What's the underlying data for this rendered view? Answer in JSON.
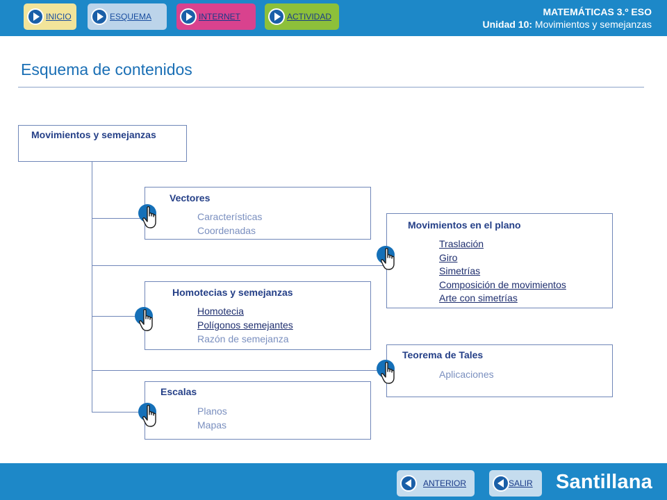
{
  "nav": {
    "inicio": "INICIO",
    "esquema": "ESQUEMA",
    "internet": "INTERNET",
    "actividad": "ACTIVIDAD"
  },
  "header": {
    "subject": "MATEMÁTICAS 3.º ESO",
    "unit_prefix": "Unidad 10:",
    "unit_name": " Movimientos y semejanzas"
  },
  "page": {
    "title": "Esquema de contenidos"
  },
  "scheme": {
    "root": {
      "title": "Movimientos y semejanzas"
    },
    "vectores": {
      "title": "Vectores",
      "items": [
        "Características",
        "Coordenadas"
      ]
    },
    "movimientos": {
      "title": "Movimientos en el plano",
      "items": [
        "Traslación",
        "Giro",
        "Simetrías",
        "Composición de movimientos",
        "Arte con simetrías"
      ]
    },
    "homotecias": {
      "title": "Homotecias y semejanzas",
      "items": [
        "Homotecia",
        "Polígonos semejantes",
        "Razón de semejanza"
      ]
    },
    "tales": {
      "title": "Teorema de Tales",
      "items": [
        "Aplicaciones"
      ]
    },
    "escalas": {
      "title": "Escalas",
      "items": [
        "Planos",
        "Mapas"
      ]
    }
  },
  "footer": {
    "anterior": "ANTERIOR",
    "salir": "SALIR",
    "brand": "Santillana"
  },
  "colors": {
    "bar": "#1d88c8",
    "inicio": "#f2e49a",
    "esquema": "#bcd4ea",
    "internet": "#d9428e",
    "actividad": "#8dc03a",
    "heading": "#1a6fb5",
    "box_title": "#243f87",
    "item": "#7a8fbf",
    "link": "#1e2e6e"
  }
}
